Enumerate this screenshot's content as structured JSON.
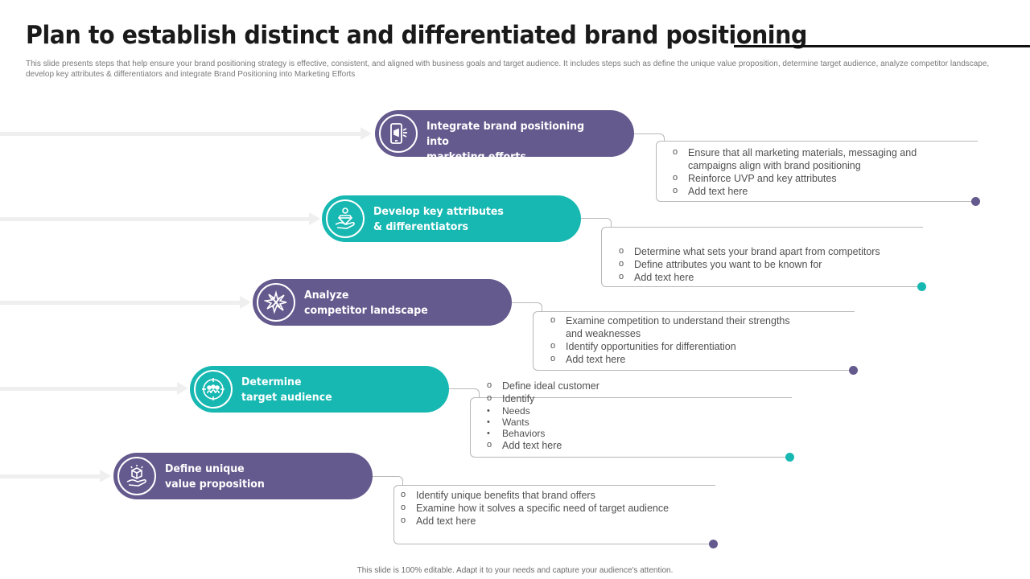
{
  "header": {
    "title": "Plan to establish distinct and differentiated brand positioning",
    "subtitle": "This slide presents steps that help ensure your brand positioning strategy is effective, consistent, and aligned with business goals and target audience. It includes steps such as define the unique value proposition, determine target audience, analyze competitor landscape, develop key attributes & differentiators and integrate Brand Positioning into Marketing Efforts"
  },
  "steps": [
    {
      "label": "Integrate brand positioning into\nmarketing efforts",
      "icon": "phone-megaphone-icon",
      "color": "#655a8d",
      "items": [
        "Ensure that all marketing materials, messaging and campaigns align with brand positioning",
        "Reinforce UVP and key attributes",
        "Add text here"
      ]
    },
    {
      "label": "Develop key attributes\n& differentiators",
      "icon": "hand-diamond-icon",
      "color": "#17b8b2",
      "items": [
        "Determine what sets your brand apart from competitors",
        "Define attributes you want to be known for",
        "Add text here"
      ]
    },
    {
      "label": "Analyze\ncompetitor landscape",
      "icon": "clash-icon",
      "color": "#655a8d",
      "items": [
        "Examine competition to understand their strengths and weaknesses",
        "Identify opportunities for differentiation",
        "Add text here"
      ]
    },
    {
      "label": "Determine\ntarget audience",
      "icon": "target-audience-icon",
      "color": "#17b8b2",
      "items": [
        "Define ideal customer",
        "Identify",
        "Add text here"
      ],
      "sub_items": [
        "Needs",
        "Wants",
        "Behaviors"
      ]
    },
    {
      "label": "Define unique\nvalue proposition",
      "icon": "hand-box-icon",
      "color": "#655a8d",
      "items": [
        "Identify unique benefits that brand offers",
        "Examine how it solves a specific need of target audience",
        "Add text here"
      ]
    }
  ],
  "footer": {
    "text": "This slide is 100% editable. Adapt it to your needs and capture your audience's attention."
  }
}
